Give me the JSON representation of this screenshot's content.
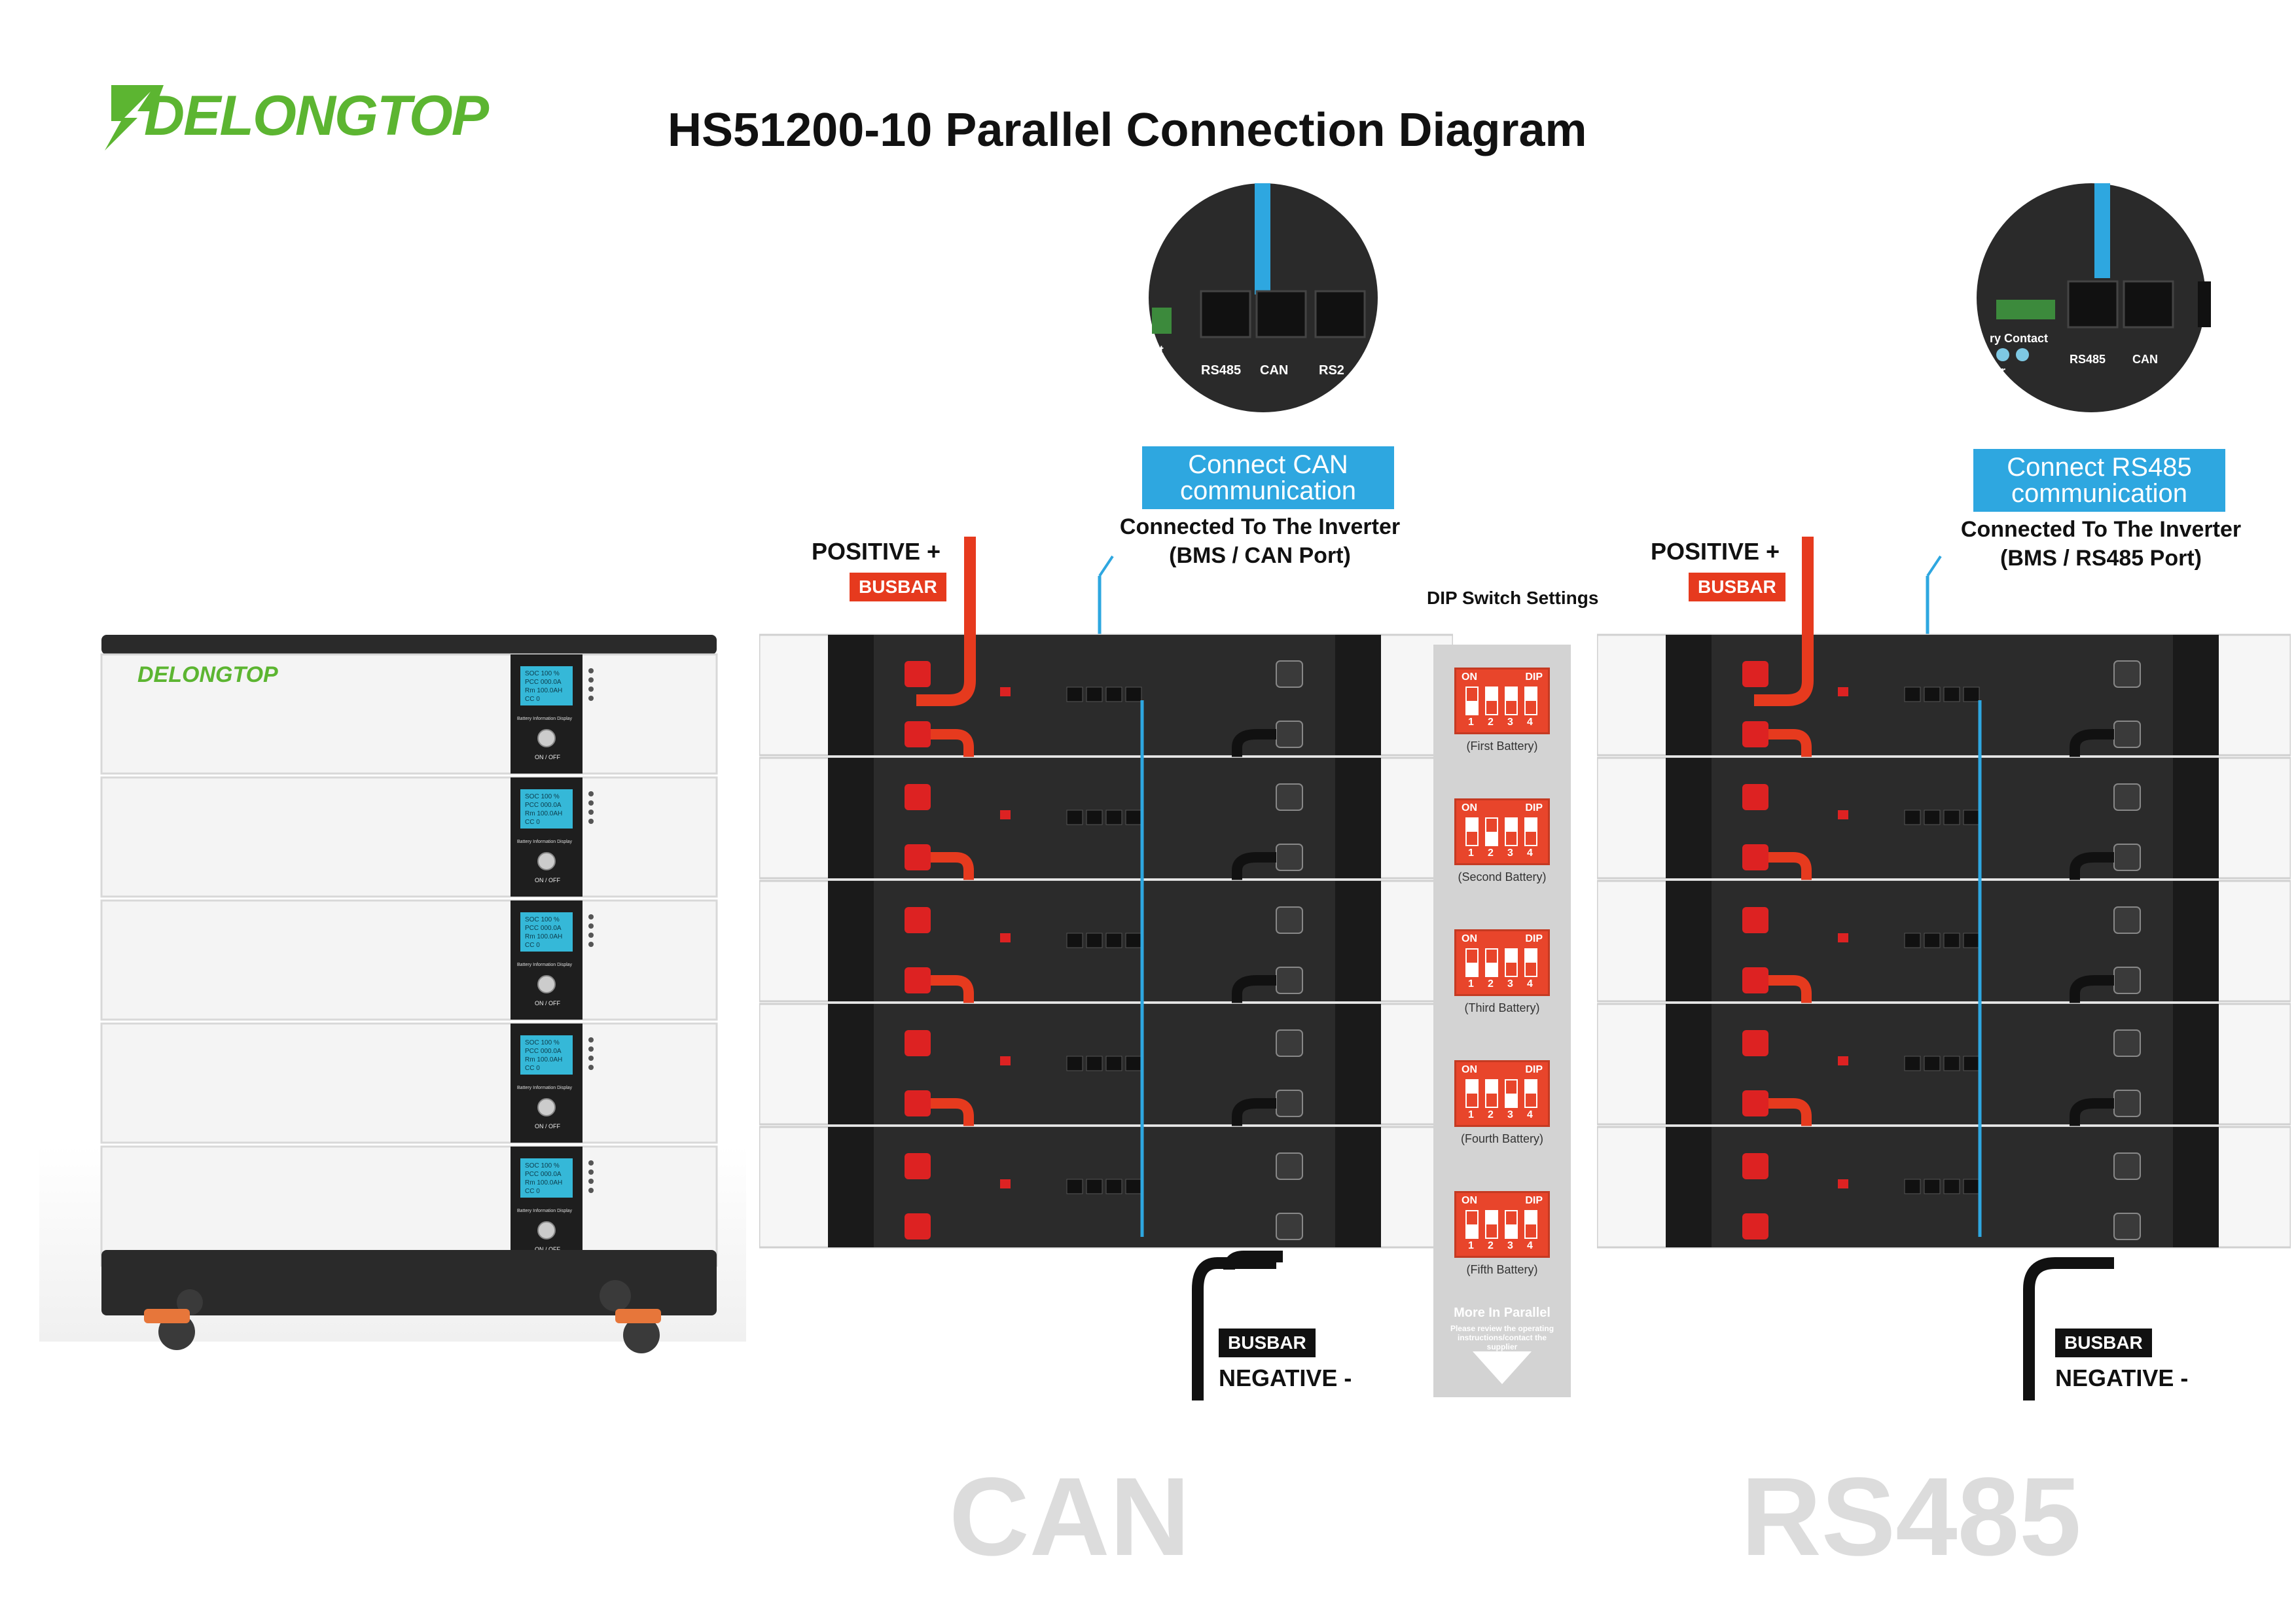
{
  "brand": {
    "name": "DELONGTOP",
    "color": "#5cb531"
  },
  "title": "HS51200-10 Parallel Connection Diagram",
  "product": {
    "brand": "DELONGTOP",
    "modules": [
      {
        "lcd": [
          "SOC 100 %",
          "PCC 000.0A",
          "Rm 100.0AH",
          "CC 0"
        ],
        "label": "Battery Information Display",
        "button": "ON / OFF"
      },
      {
        "lcd": [
          "SOC 100 %",
          "PCC 000.0A",
          "Rm 100.0AH",
          "CC 0"
        ],
        "label": "Battery Information Display",
        "button": "ON / OFF"
      },
      {
        "lcd": [
          "SOC 100 %",
          "PCC 000.0A",
          "Rm 100.0AH",
          "CC 0"
        ],
        "label": "Battery Information Display",
        "button": "ON / OFF"
      },
      {
        "lcd": [
          "SOC 100 %",
          "PCC 000.0A",
          "Rm 100.0AH",
          "CC 0"
        ],
        "label": "Battery Information Display",
        "button": "ON / OFF"
      },
      {
        "lcd": [
          "SOC 100 %",
          "PCC 000.0A",
          "Rm 100.0AH",
          "CC 0"
        ],
        "label": "Battery Information Display",
        "button": "ON / OFF"
      }
    ]
  },
  "can_side": {
    "zoom_ports": [
      "ct",
      "RS485",
      "CAN",
      "RS2"
    ],
    "comm_box": "Connect CAN communication",
    "inverter_text_line1": "Connected To The Inverter",
    "inverter_text_line2": "(BMS / CAN Port)",
    "positive_label": "POSITIVE +",
    "busbar_label": "BUSBAR",
    "negative_label": "NEGATIVE -",
    "big_label": "CAN"
  },
  "rs485_side": {
    "zoom_ports": [
      "ry Contact",
      "tor",
      "RS485",
      "CAN"
    ],
    "comm_box": "Connect RS485 communication",
    "inverter_text_line1": "Connected To The Inverter",
    "inverter_text_line2": "(BMS / RS485 Port)",
    "positive_label": "POSITIVE +",
    "busbar_label": "BUSBAR",
    "negative_label": "NEGATIVE -",
    "big_label": "RS485"
  },
  "dip": {
    "title": "DIP Switch Settings",
    "on_label": "ON",
    "dip_label": "DIP",
    "numbers": [
      "1",
      "2",
      "3",
      "4"
    ],
    "items": [
      {
        "caption": "(First Battery)",
        "positions": [
          1,
          0,
          0,
          0
        ]
      },
      {
        "caption": "(Second Battery)",
        "positions": [
          0,
          1,
          0,
          0
        ]
      },
      {
        "caption": "(Third Battery)",
        "positions": [
          1,
          1,
          0,
          0
        ]
      },
      {
        "caption": "(Fourth Battery)",
        "positions": [
          0,
          0,
          1,
          0
        ]
      },
      {
        "caption": "(Fifth Battery)",
        "positions": [
          1,
          0,
          1,
          0
        ]
      }
    ],
    "more_title": "More In Parallel",
    "more_note": "Please review the operating instructions/contact the supplier"
  },
  "colors": {
    "positive": "#e63a1e",
    "negative": "#111111",
    "comm": "#2ea7e0",
    "panel": "#2b2b2b"
  }
}
